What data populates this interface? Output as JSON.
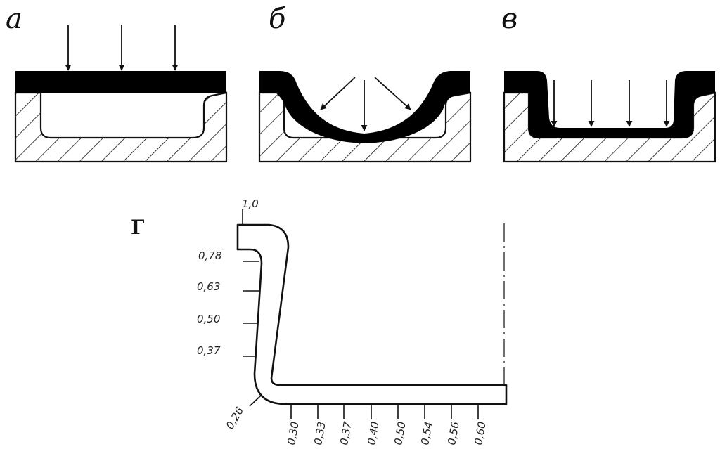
{
  "panels": {
    "a": "а",
    "b": "б",
    "v": "в",
    "g": "Г"
  },
  "thickness_profile": {
    "wall_ticks": [
      "1,0",
      "0,78",
      "0,63",
      "0,50",
      "0,37",
      "0,26"
    ],
    "bottom_ticks": [
      "0,30",
      "0,33",
      "0,37",
      "0,40",
      "0,50",
      "0,54",
      "0,56",
      "0,60"
    ]
  },
  "colors": {
    "ink": "#111111",
    "blank": "#000000",
    "background": "#ffffff"
  }
}
